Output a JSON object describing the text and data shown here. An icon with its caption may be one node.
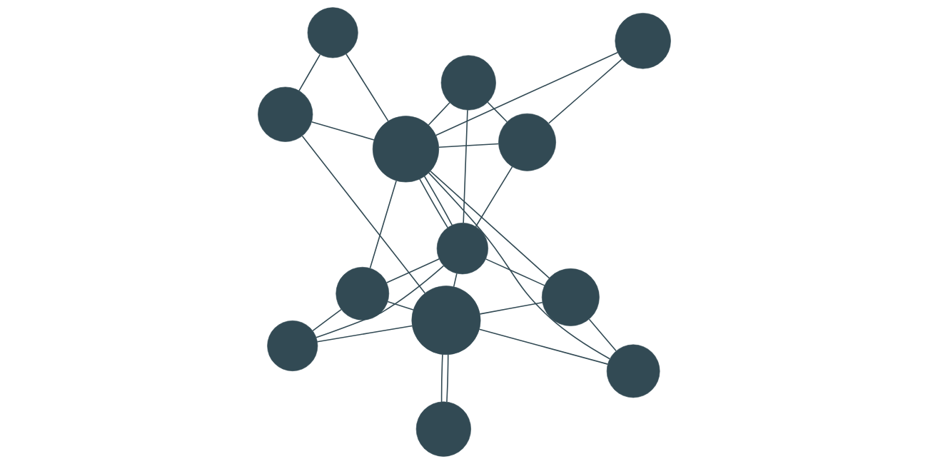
{
  "diagram": {
    "nodes": [
      {
        "text": [],
        "shape": "circle"
      },
      {
        "text": [],
        "shape": "circle"
      },
      {
        "text": [],
        "shape": "circle"
      },
      {
        "text": [],
        "shape": "circle"
      },
      {
        "text": [],
        "shape": "circle"
      },
      {
        "text": [],
        "shape": "circle"
      },
      {
        "text": [],
        "shape": "circle"
      },
      {
        "text": [],
        "shape": "circle"
      },
      {
        "text": [],
        "shape": "circle"
      },
      {
        "text": [],
        "shape": "circle"
      },
      {
        "text": [],
        "shape": "circle"
      },
      {
        "text": [],
        "shape": "circle"
      },
      {
        "text": [],
        "shape": "circle"
      }
    ],
    "edges": [
      {
        "from": 0,
        "to": 4,
        "arrow": "none"
      },
      {
        "from": 0,
        "to": 5,
        "arrow": "none"
      },
      {
        "from": 1,
        "to": 2,
        "arrow": "none"
      },
      {
        "from": 1,
        "to": 5,
        "arrow": "none"
      },
      {
        "from": 1,
        "to": 8,
        "arrow": "none"
      },
      {
        "from": 2,
        "to": 3,
        "arrow": "none"
      },
      {
        "from": 2,
        "to": 5,
        "arrow": "none"
      },
      {
        "from": 2,
        "to": 8,
        "arrow": "none"
      },
      {
        "from": 3,
        "to": 5,
        "arrow": "none"
      },
      {
        "from": 4,
        "to": 5,
        "arrow": "none"
      },
      {
        "from": 4,
        "to": 10,
        "arrow": "none"
      },
      {
        "from": 5,
        "to": 6,
        "arrow": "none"
      },
      {
        "from": 5,
        "to": 8,
        "arrow": "none"
      },
      {
        "from": 5,
        "to": 8,
        "arrow": "none"
      },
      {
        "from": 5,
        "to": 7,
        "arrow": "none"
      },
      {
        "from": 5,
        "to": 12,
        "arrow": "none"
      },
      {
        "from": 6,
        "to": 8,
        "arrow": "none"
      },
      {
        "from": 6,
        "to": 7,
        "arrow": "none"
      },
      {
        "from": 6,
        "to": 10,
        "arrow": "none"
      },
      {
        "from": 7,
        "to": 10,
        "arrow": "none"
      },
      {
        "from": 8,
        "to": 9,
        "arrow": "none"
      },
      {
        "from": 8,
        "to": 10,
        "arrow": "none"
      },
      {
        "from": 8,
        "to": 12,
        "arrow": "none"
      },
      {
        "from": 9,
        "to": 10,
        "arrow": "none"
      },
      {
        "from": 9,
        "to": 12,
        "arrow": "none"
      },
      {
        "from": 10,
        "to": 11,
        "arrow": "none"
      },
      {
        "from": 10,
        "to": 11,
        "arrow": "none"
      },
      {
        "from": 10,
        "to": 12,
        "arrow": "none"
      }
    ]
  }
}
